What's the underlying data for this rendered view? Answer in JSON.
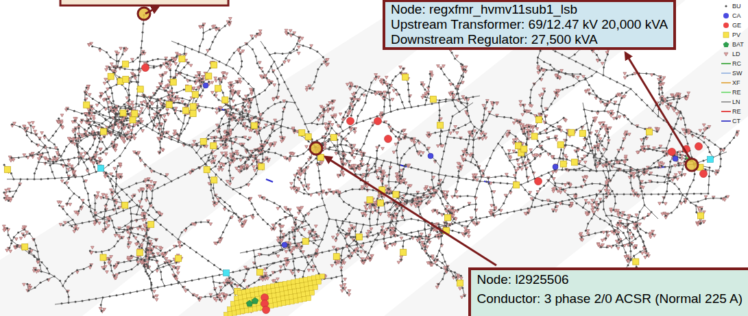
{
  "diagram": {
    "nodes": [
      {
        "text": [
          "Node: regxfmr_hvmv11sub1_lsb",
          "Upstream Transformer: 69/12.47 kV 20,000 kVA",
          "Downstream Regulator: 27,500 kVA"
        ]
      },
      {
        "text": [
          "Node: l2925506",
          "Conductor: 3 phase 2/0 ACSR (Normal 225 A)"
        ]
      }
    ],
    "legend": [
      {
        "text": "BU"
      },
      {
        "text": "CA"
      },
      {
        "text": "GE"
      },
      {
        "text": "PV"
      },
      {
        "text": "BAT"
      },
      {
        "text": "LD"
      },
      {
        "text": "RC"
      },
      {
        "text": "SW"
      },
      {
        "text": "XF"
      },
      {
        "text": "RE"
      },
      {
        "text": "LN"
      },
      {
        "text": "RE"
      },
      {
        "text": "CT"
      }
    ]
  }
}
